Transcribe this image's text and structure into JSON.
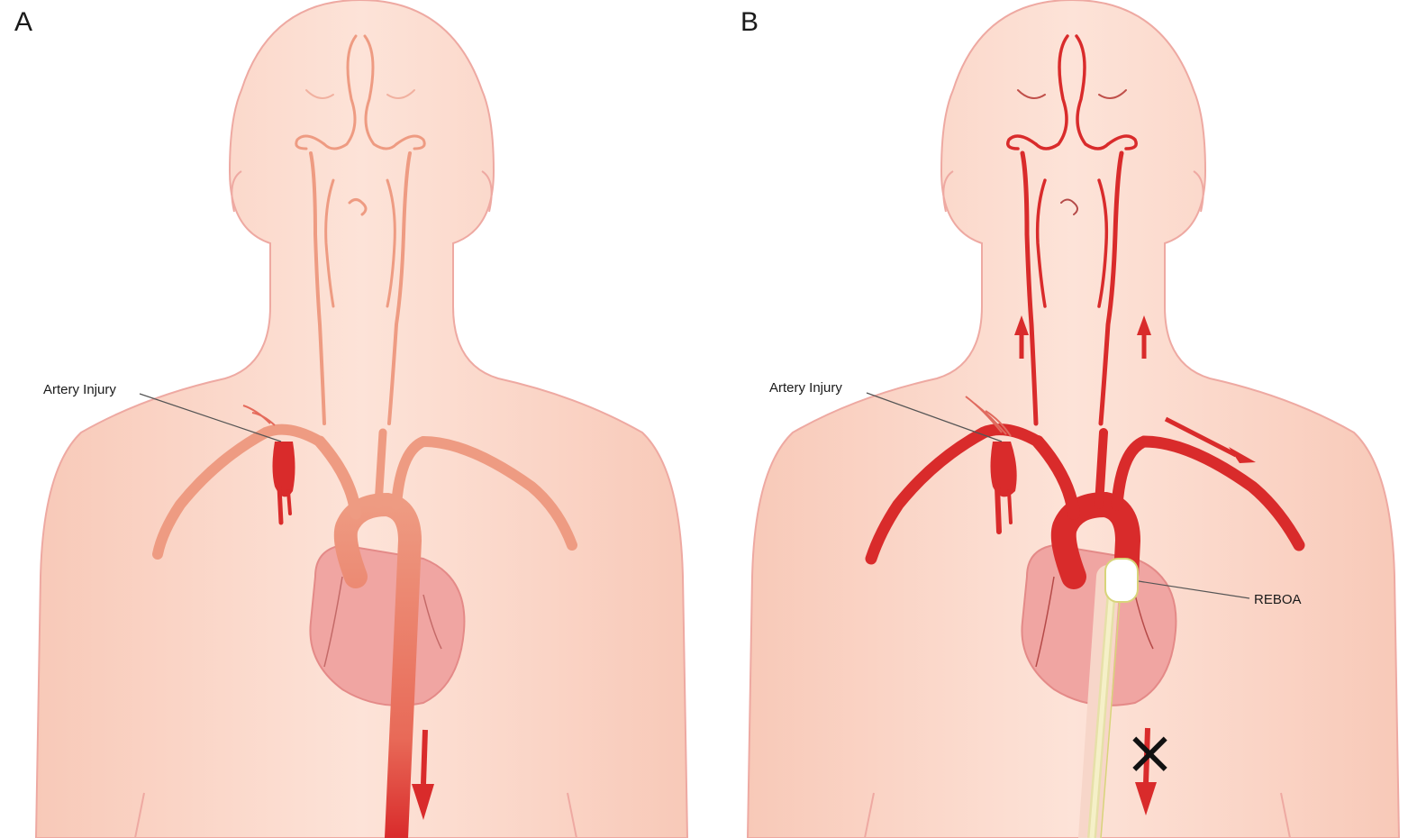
{
  "panels": [
    {
      "letter": "A",
      "callouts": {
        "injury": "Artery Injury"
      },
      "state": "hemorrhage"
    },
    {
      "letter": "B",
      "callouts": {
        "injury": "Artery Injury",
        "reboa": "REBOA"
      },
      "state": "aortic-occlusion",
      "blocked_flow_symbol": "×"
    }
  ],
  "colors": {
    "skin": "#fbd8c9",
    "skin_outline": "#eea9a2",
    "vessel_pale": "#ee9b82",
    "vessel_bright": "#d92b2b",
    "blood": "#d92b2b",
    "heart": "#f0a5a2",
    "catheter": "#f5f0c8"
  }
}
